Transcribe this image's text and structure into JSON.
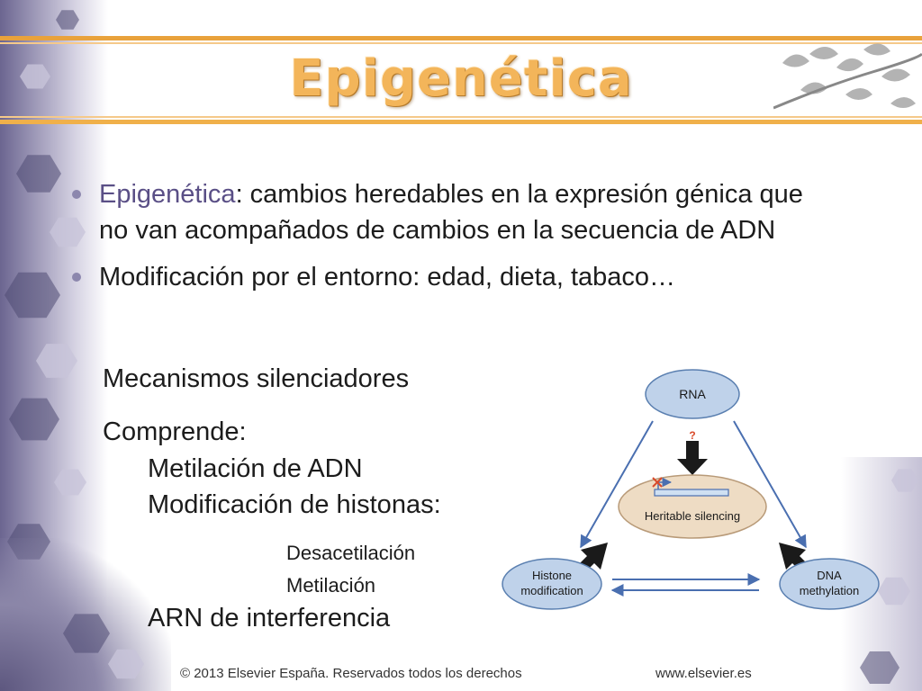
{
  "slide": {
    "title": "Epigenética",
    "bullets": [
      {
        "term": "Epigenética",
        "definition": ": cambios heredables en la expresión génica que no van acompañados de cambios en la secuencia de ADN"
      },
      {
        "text": "Modificación por el entorno: edad, dieta, tabaco…"
      }
    ],
    "mechanisms_heading": "Mecanismos silenciadores",
    "includes_label": "Comprende:",
    "items": {
      "dna_methylation": "Metilación de ADN",
      "histone_modification": "Modificación de histonas:",
      "deacetylation": "Desacetilación",
      "methylation": "Metilación",
      "rna_interference": "ARN de interferencia"
    }
  },
  "diagram": {
    "rna": "RNA",
    "question_mark": "?",
    "heritable_silencing": "Heritable silencing",
    "histone_line1": "Histone",
    "histone_line2": "modification",
    "dna_line1": "DNA",
    "dna_line2": "methylation",
    "colors": {
      "node_fill": "#bfd2ea",
      "node_stroke": "#5a7fb0",
      "center_fill": "#eedcc4",
      "arrow_blue": "#4a6fb0",
      "arrow_black": "#1a1a1a",
      "mark_red": "#d94a2a"
    }
  },
  "footer": {
    "copyright": "© 2013 Elsevier España. Reservados todos los derechos",
    "website": "www.elsevier.es"
  }
}
